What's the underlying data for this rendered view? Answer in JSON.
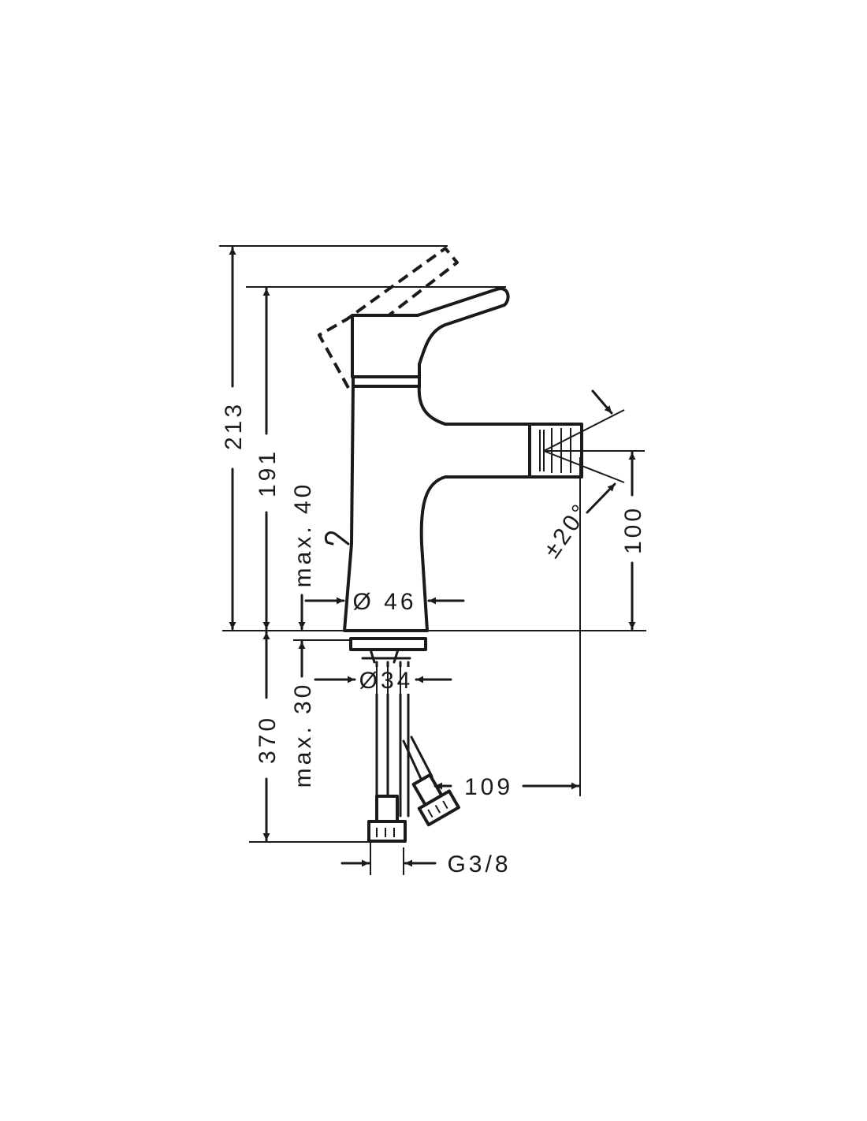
{
  "dimensions": {
    "total_height": "213",
    "spout_height": "191",
    "lever_clearance": "max. 40",
    "body_diameter": "Ø 46",
    "nozzle_height": "100",
    "nozzle_swivel": "±20°",
    "hose_length": "370",
    "deck_thickness": "max. 30",
    "shank_diameter": "Ø34",
    "projection": "109",
    "connection_thread": "G3/8"
  }
}
